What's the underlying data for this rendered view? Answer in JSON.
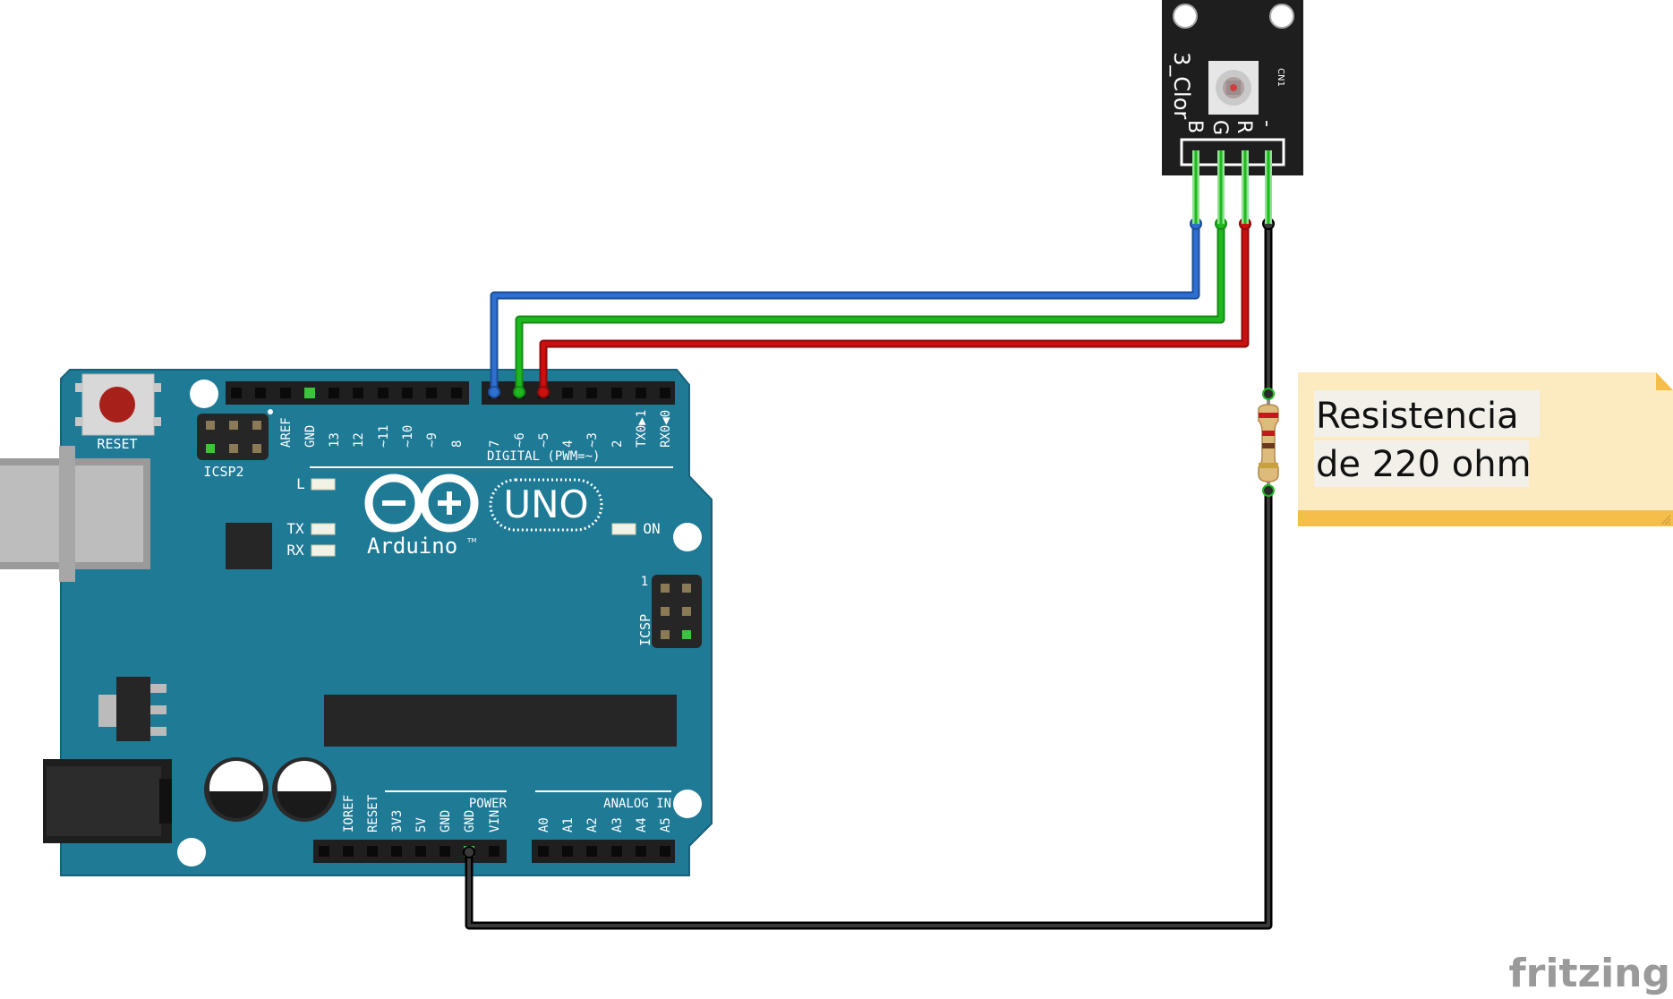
{
  "board": {
    "model": "UNO",
    "brand": "Arduino",
    "trademark": "TM",
    "reset_label": "RESET",
    "icsp2_label": "ICSP2",
    "icsp_label": "ICSP",
    "icsp_pin1": "1",
    "led_l": "L",
    "led_tx": "TX",
    "led_rx": "RX",
    "led_on": "ON",
    "digital_label": "DIGITAL (PWM=~)",
    "power_label": "POWER",
    "analog_label": "ANALOG IN",
    "digital_pins": [
      "AREF",
      "GND",
      "13",
      "12",
      "~11",
      "~10",
      "~9",
      "8",
      "7",
      "~6",
      "~5",
      "4",
      "~3",
      "2",
      "TX0▶1",
      "RX0◀0"
    ],
    "power_pins": [
      "IOREF",
      "RESET",
      "3V3",
      "5V",
      "GND",
      "GND",
      "VIN"
    ],
    "analog_pins": [
      "A0",
      "A1",
      "A2",
      "A3",
      "A4",
      "A5"
    ],
    "colors": {
      "pcb": "#1F7A96",
      "pcb_edge": "#17627A"
    }
  },
  "module": {
    "name": "3_Clor",
    "cn_label": "CN1",
    "pins": [
      "B",
      "G",
      "R",
      "-"
    ]
  },
  "note": {
    "line1": "Resistencia",
    "line2": "de 220 ohm"
  },
  "watermark": "fritzing",
  "wires": {
    "blue": "#2F6FD0",
    "green": "#1FB81F",
    "red": "#CC1010",
    "black": "#1A1A1A"
  }
}
